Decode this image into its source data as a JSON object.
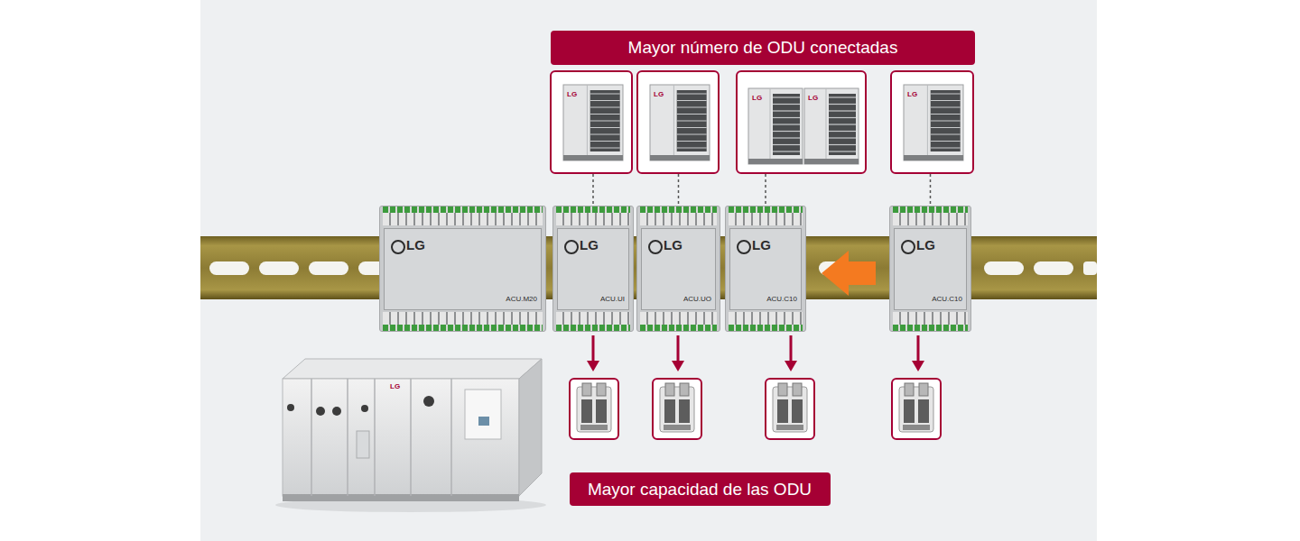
{
  "diagram": {
    "nodes": [
      {
        "text": [
          "Mayor número de ODU conectadas"
        ]
      },
      {
        "text": [
          "LG"
        ]
      },
      {
        "text": [
          "LG"
        ]
      },
      {
        "text": [
          "LG",
          "LG"
        ]
      },
      {
        "text": [
          "LG"
        ]
      },
      {
        "text": [
          "LG",
          "ACU.M20"
        ]
      },
      {
        "text": [
          "LG",
          "ACU.UI"
        ]
      },
      {
        "text": [
          "LG",
          "ACU.UO"
        ]
      },
      {
        "text": [
          "LG",
          "ACU.C10"
        ]
      },
      {
        "text": [
          "LG",
          "ACU.C10"
        ]
      },
      {
        "text": [
          "Mayor capacidad de las ODU"
        ]
      }
    ],
    "edges": [
      {
        "from": 1,
        "to": 6,
        "arrow": "none"
      },
      {
        "from": 2,
        "to": 7,
        "arrow": "none"
      },
      {
        "from": 3,
        "to": 8,
        "arrow": "none"
      },
      {
        "from": 4,
        "to": 9,
        "arrow": "none"
      }
    ],
    "labels": [
      "LG"
    ]
  }
}
